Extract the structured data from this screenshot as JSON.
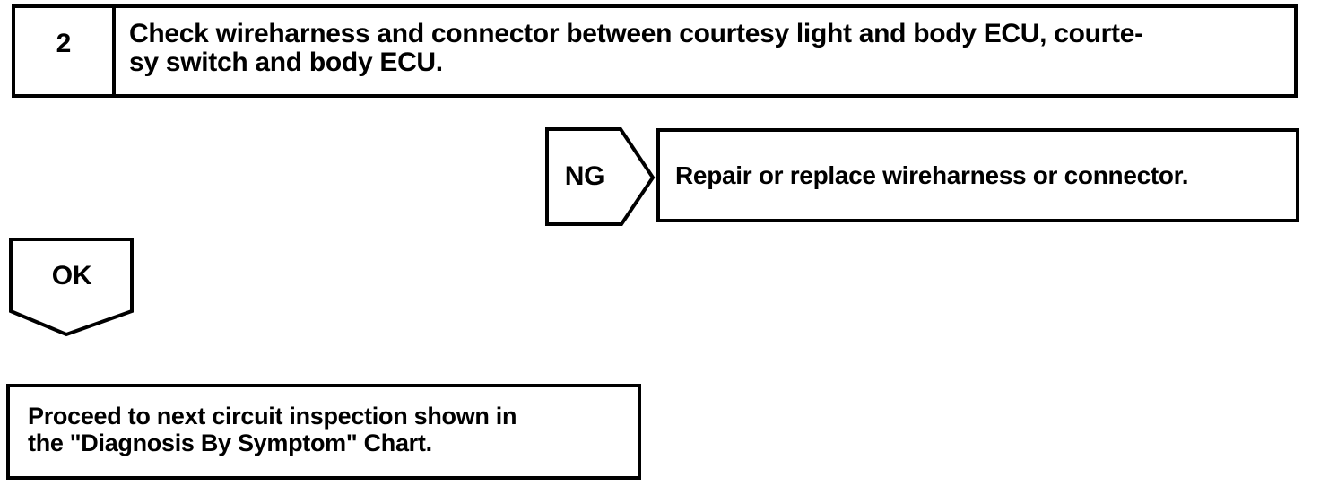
{
  "page": {
    "background_color": "#ffffff",
    "line_color": "#000000"
  },
  "step_box": {
    "number": "2",
    "instruction_line1": "Check wireharness and connector between courtesy light and body ECU, courte-",
    "instruction_line2": "sy switch and body ECU."
  },
  "ng_branch": {
    "label": "NG",
    "result_text": "Repair or replace wireharness or connector."
  },
  "ok_branch": {
    "label": "OK"
  },
  "proceed_box": {
    "line1": "Proceed to next circuit inspection shown in",
    "line2": "the \"Diagnosis By Symptom\" Chart."
  }
}
